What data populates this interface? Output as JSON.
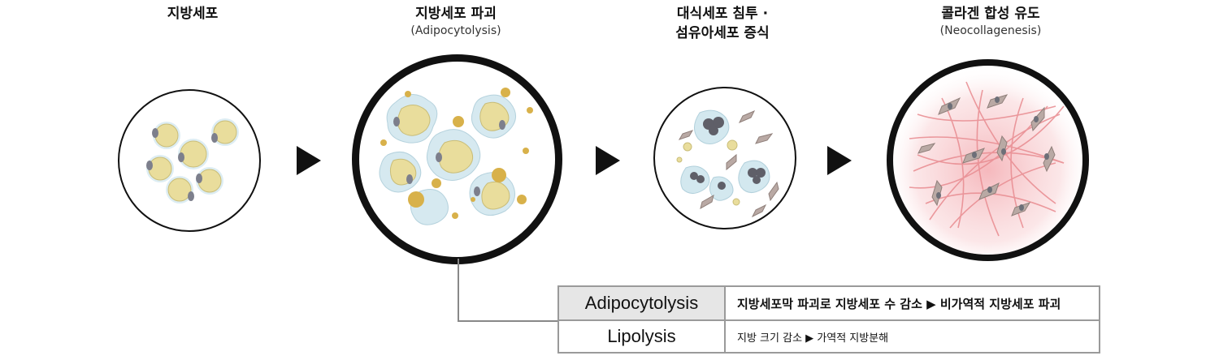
{
  "stages": [
    {
      "title": "지방세포",
      "subtitle": ""
    },
    {
      "title": "지방세포 파괴",
      "subtitle": "(Adipocytolysis)"
    },
    {
      "title_line1": "대식세포 침투 ·",
      "title_line2": "섬유아세포 증식"
    },
    {
      "title": "콜라겐 합성 유도",
      "subtitle": "(Neocollagenesis)"
    }
  ],
  "table": {
    "row1_left": "Adipocytolysis",
    "row1_right": "지방세포막 파괴로 지방세포 수 감소 ▶ 비가역적 지방세포 파괴",
    "row2_left": "Lipolysis",
    "row2_right": "지방 크기 감소 ▶  가역적 지방분해"
  },
  "colors": {
    "fat_cell": "#e9dd9c",
    "fat_halo": "#cfe6ee",
    "collagen": "#e98f94",
    "fibroblast": "#b9a9a4",
    "macrophage": "#5f5f68"
  }
}
